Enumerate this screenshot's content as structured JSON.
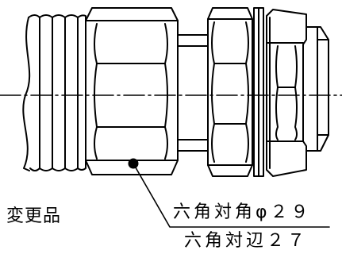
{
  "annotations": {
    "change_note": "変更品",
    "hex_across_corners": "六角対角φ２９",
    "hex_across_flats": "六角対辺２７"
  },
  "colors": {
    "line": "#000000",
    "background": "#ffffff"
  }
}
